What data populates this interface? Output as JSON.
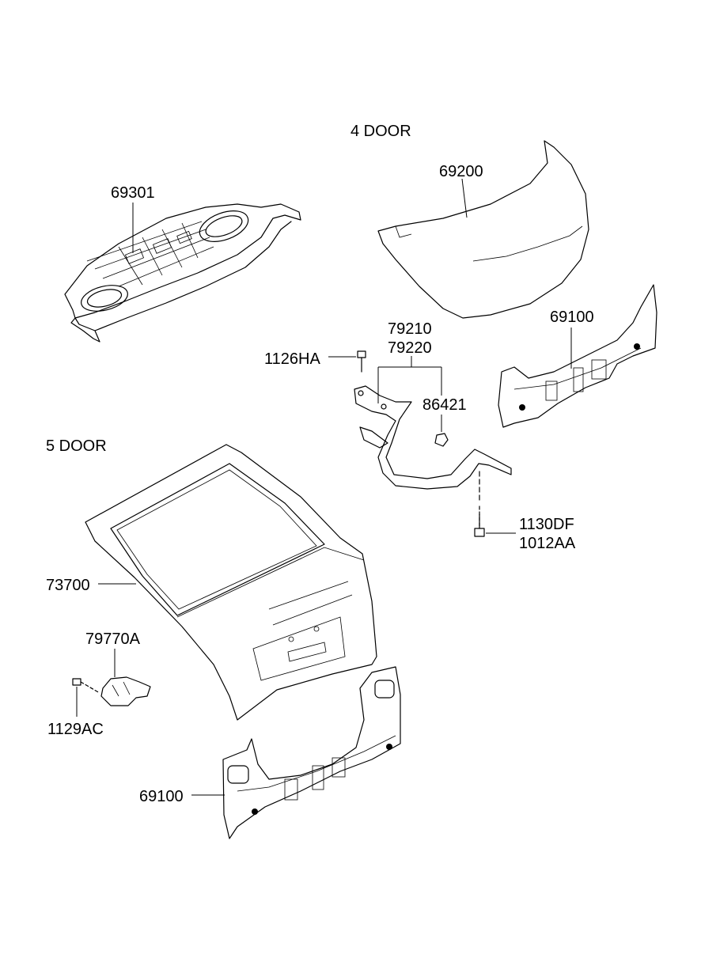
{
  "sections": {
    "four_door": "4 DOOR",
    "five_door": "5 DOOR"
  },
  "parts": {
    "p69301": "69301",
    "p69200": "69200",
    "p69100_top": "69100",
    "p79210": "79210",
    "p79220": "79220",
    "p1126HA": "1126HA",
    "p86421": "86421",
    "p1130DF": "1130DF",
    "p1012AA": "1012AA",
    "p73700": "73700",
    "p79770A": "79770A",
    "p1129AC": "1129AC",
    "p69100_bottom": "69100"
  }
}
